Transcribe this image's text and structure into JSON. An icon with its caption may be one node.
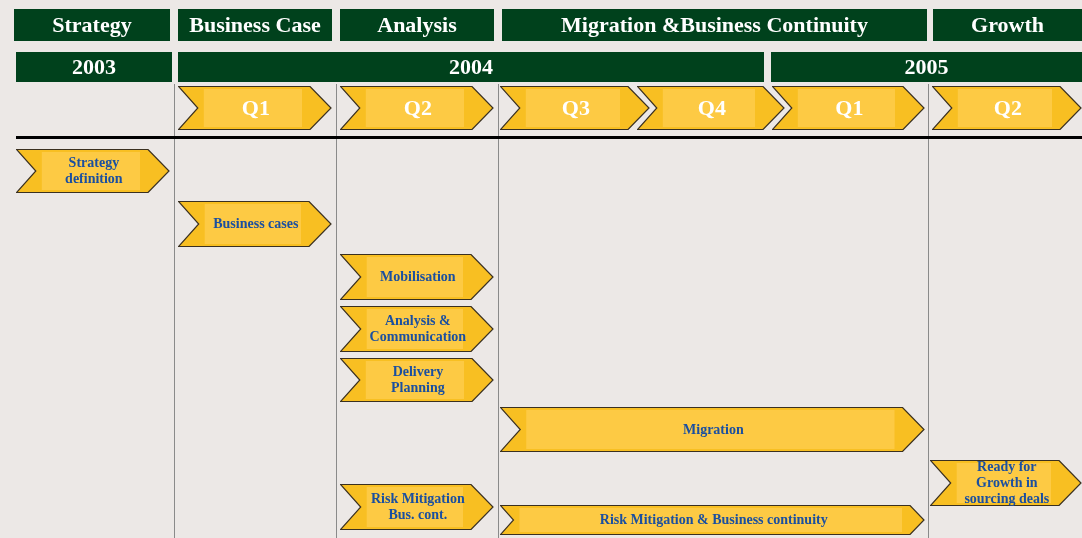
{
  "diagram": {
    "nodes": [
      {
        "text": [
          "Strategy"
        ]
      },
      {
        "text": [
          "Business Case"
        ]
      },
      {
        "text": [
          "Analysis"
        ]
      },
      {
        "text": [
          "Migration &Business Continuity"
        ]
      },
      {
        "text": [
          "Growth"
        ]
      },
      {
        "text": [
          "2003"
        ]
      },
      {
        "text": [
          "2004"
        ]
      },
      {
        "text": [
          "2005"
        ]
      },
      {
        "text": [
          "Q1"
        ]
      },
      {
        "text": [
          "Q2"
        ]
      },
      {
        "text": [
          "Q3"
        ]
      },
      {
        "text": [
          "Q4"
        ]
      },
      {
        "text": [
          "Q1"
        ]
      },
      {
        "text": [
          "Q2"
        ]
      },
      {
        "text": [
          "Strategy definition"
        ]
      },
      {
        "text": [
          "Business cases"
        ]
      },
      {
        "text": [
          "Mobilisation"
        ]
      },
      {
        "text": [
          "Analysis & Communication"
        ]
      },
      {
        "text": [
          "Delivery Planning"
        ]
      },
      {
        "text": [
          "Migration"
        ]
      },
      {
        "text": [
          "Ready for Growth in sourcing deals"
        ]
      },
      {
        "text": [
          "Risk Mitigation Bus. cont."
        ]
      },
      {
        "text": [
          "Risk Mitigation & Business continuity"
        ]
      }
    ]
  }
}
